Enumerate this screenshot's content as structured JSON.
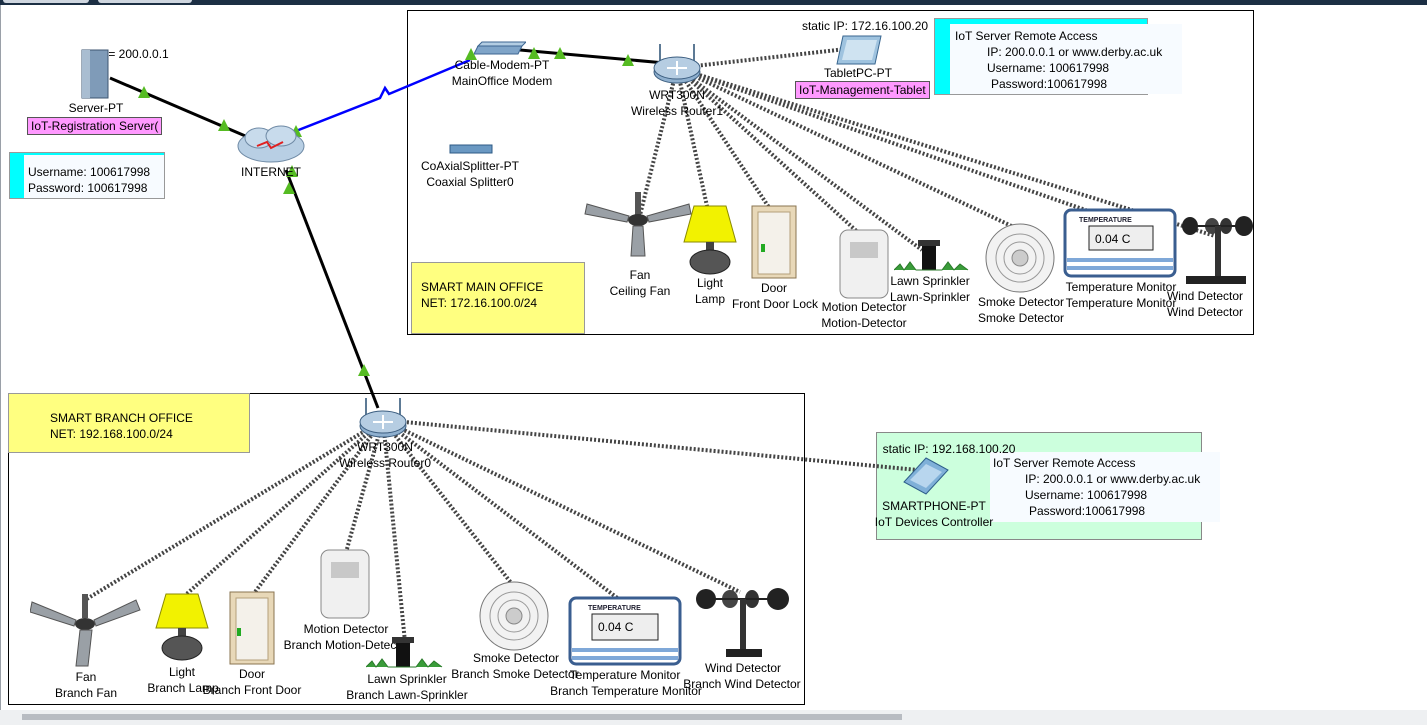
{
  "main_office": {
    "title": "SMART MAIN OFFICE",
    "net": "NET: 172.16.100.0/24",
    "modem": {
      "type": "Cable-Modem-PT",
      "name": "MainOffice Modem"
    },
    "splitter": {
      "type": "CoAxialSplitter-PT",
      "name": "Coaxial Splitter0"
    },
    "router": {
      "type": "WRT300N",
      "name": "Wireless Router1"
    },
    "tablet": {
      "static_ip": "static IP: 172.16.100.20",
      "type": "TabletPC-PT",
      "name": "IoT-Management-Tablet"
    },
    "remote_note": {
      "title": "IoT Server Remote Access",
      "ip": "IP: 200.0.0.1 or www.derby.ac.uk",
      "user": "Username: 100617998",
      "pass": "Password:100617998"
    },
    "devices": [
      {
        "l1": "Fan",
        "l2": "Ceiling Fan"
      },
      {
        "l1": "Light",
        "l2": "Lamp"
      },
      {
        "l1": "Door",
        "l2": "Front Door Lock"
      },
      {
        "l1": "Motion Detector",
        "l2": "Motion-Detector"
      },
      {
        "l1": "Lawn Sprinkler",
        "l2": "Lawn-Sprinkler"
      },
      {
        "l1": "Smoke Detector",
        "l2": "Smoke Detector"
      },
      {
        "l1": "Temperature Monitor",
        "l2": "Temperature Monitor",
        "screen_header": "TEMPERATURE",
        "reading": "0.04 C"
      },
      {
        "l1": "Wind Detector",
        "l2": "Wind Detector"
      }
    ]
  },
  "server": {
    "ip": "IP= 200.0.0.1",
    "type": "Server-PT",
    "name": "IoT-Registration Server(",
    "username": "Username: 100617998",
    "password": "Password: 100617998"
  },
  "internet": {
    "name": "INTERNET"
  },
  "branch_office": {
    "title": "SMART BRANCH OFFICE",
    "net": "NET: 192.168.100.0/24",
    "router": {
      "type": "WRT300N",
      "name": "Wireless Router0"
    },
    "devices": [
      {
        "l1": "Fan",
        "l2": "Branch Fan"
      },
      {
        "l1": "Light",
        "l2": "Branch Lamp"
      },
      {
        "l1": "Door",
        "l2": "Branch Front Door"
      },
      {
        "l1": "Motion Detector",
        "l2": "Branch Motion-Detector"
      },
      {
        "l1": "Lawn Sprinkler",
        "l2": "Branch Lawn-Sprinkler"
      },
      {
        "l1": "Smoke Detector",
        "l2": "Branch Smoke Detector"
      },
      {
        "l1": "Temperature Monitor",
        "l2": "Branch Temperature Monitor",
        "screen_header": "TEMPERATURE",
        "reading": "0.04 C"
      },
      {
        "l1": "Wind Detector",
        "l2": "Branch Wind Detector"
      }
    ]
  },
  "smartphone": {
    "static_ip": "static IP: 192.168.100.20",
    "type": "SMARTPHONE-PT",
    "name": "IoT Devices Controller",
    "remote_note": {
      "title": "IoT Server Remote Access",
      "ip": "IP: 200.0.0.1 or www.derby.ac.uk",
      "user": "Username: 100617998",
      "pass": "Password:100617998"
    }
  },
  "colors": {
    "note_yellow": "#ffff80",
    "note_cyan": "#00ffff",
    "note_green": "#ccffdd",
    "pink_label": "#ff99ff",
    "link_green": "#55bb22",
    "wan_blue": "#0000ff"
  }
}
